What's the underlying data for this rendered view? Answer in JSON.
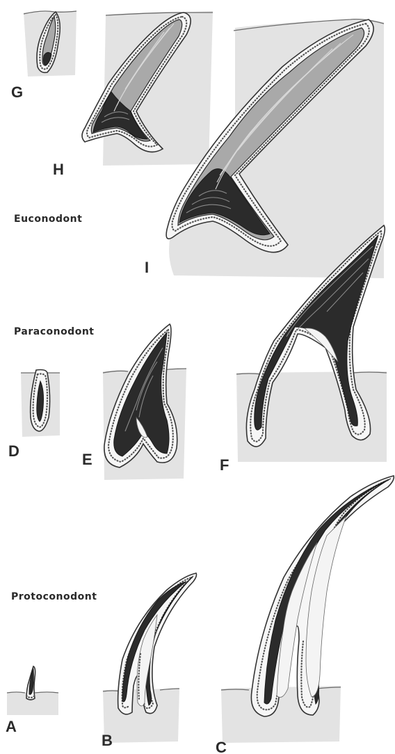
{
  "panel_labels": {
    "A": "A",
    "B": "B",
    "C": "C",
    "D": "D",
    "E": "E",
    "F": "F",
    "G": "G",
    "H": "H",
    "I": "I"
  },
  "group_labels": {
    "euconodont": "Euconodont",
    "paraconodont": "Paraconodont",
    "protoconodont": "Protoconodont"
  },
  "colors": {
    "background": "#ffffff",
    "tissue": "#e3e3e3",
    "epithelium": "#f6f6f6",
    "crown_dark": "#2b2b2b",
    "crown_gray": "#a9a9a9"
  }
}
